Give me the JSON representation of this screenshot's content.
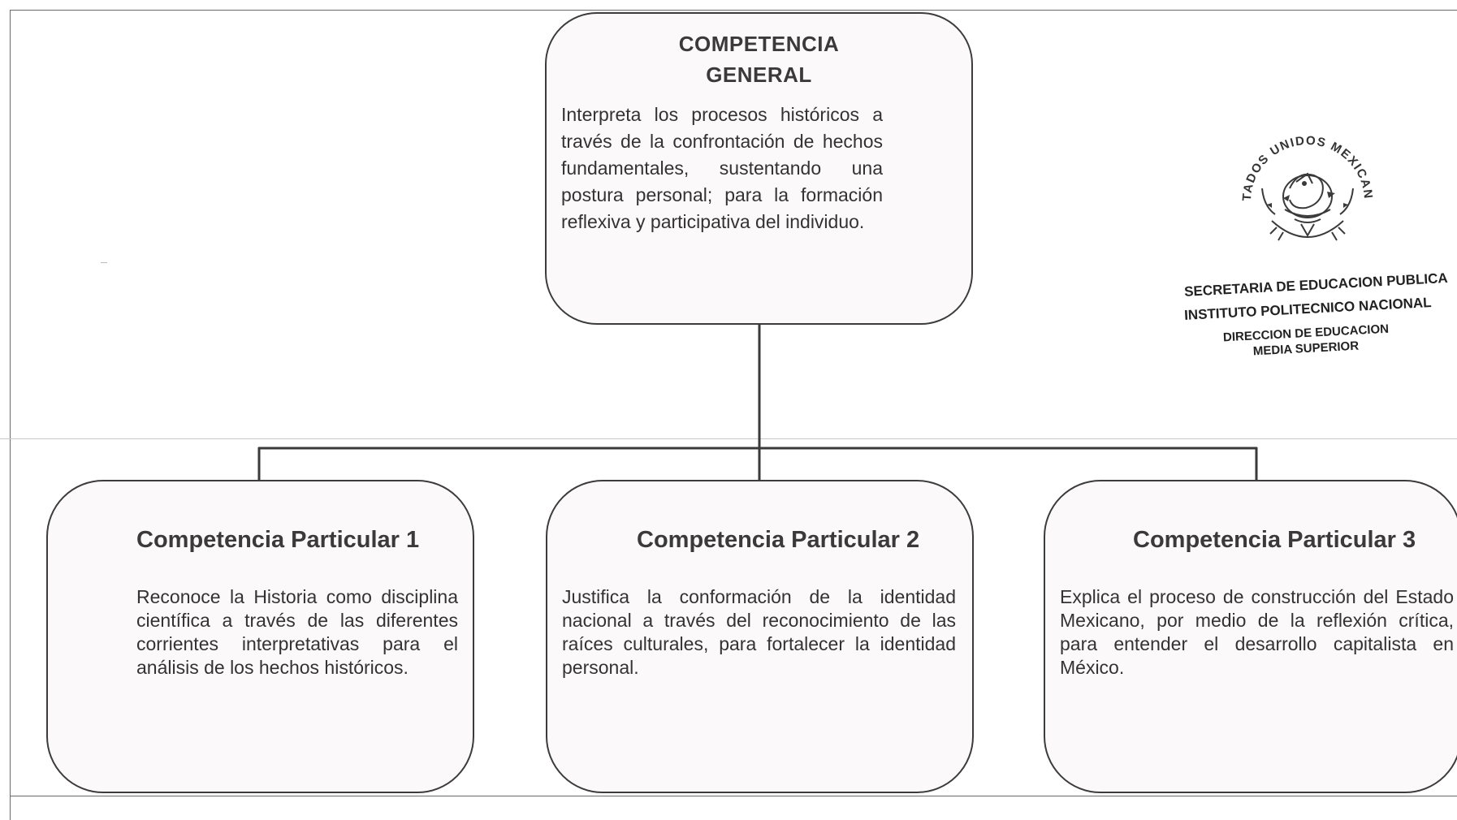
{
  "general": {
    "title_line1": "COMPETENCIA",
    "title_line2": "GENERAL",
    "text": "Interpreta los procesos históricos a través de la confrontación de hechos fundamentales, sustentando una postura personal; para la formación reflexiva y participativa del individuo."
  },
  "particulars": [
    {
      "title": "Competencia Particular 1",
      "text": "Reconoce la Historia como disciplina científica a través de las diferentes corrientes interpretativas para el análisis de los hechos históricos."
    },
    {
      "title": "Competencia Particular 2",
      "text": "Justifica la conformación de la identidad nacional a través del reconocimiento de las raíces culturales, para fortalecer la identidad personal."
    },
    {
      "title": "Competencia Particular 3",
      "text": "Explica el proceso de construcción del Estado Mexicano, por medio de la reflexión crítica, para entender el desarrollo capitalista en México."
    }
  ],
  "seal": {
    "ring_text": "ESTADOS UNIDOS MEXICANOS",
    "line1": "SECRETARIA DE EDUCACION PUBLICA",
    "line2": "INSTITUTO POLITECNICO NACIONAL",
    "line3": "DIRECCION DE EDUCACION",
    "line4": "MEDIA SUPERIOR"
  },
  "colors": {
    "box_fill": "#fcf9fa",
    "box_border": "#3c3c3c",
    "connector": "#3a3a3a"
  }
}
